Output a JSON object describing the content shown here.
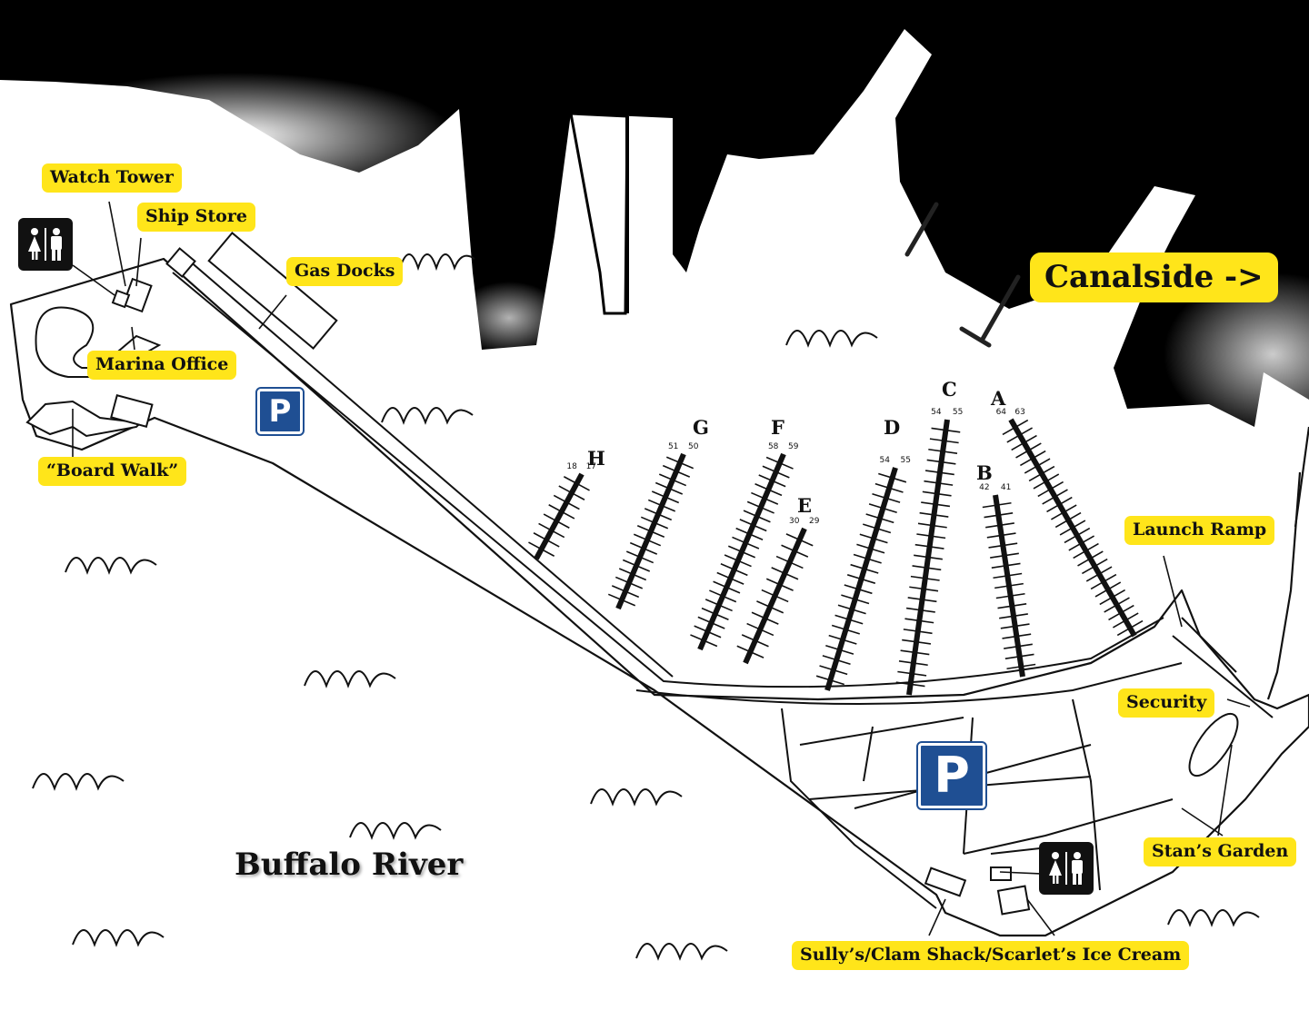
{
  "labels": {
    "watch_tower": "Watch Tower",
    "ship_store": "Ship Store",
    "gas_docks": "Gas Docks",
    "marina_office": "Marina Office",
    "board_walk": "“Board Walk”",
    "canalside": "Canalside ->",
    "launch_ramp": "Launch Ramp",
    "security": "Security",
    "stans_garden": "Stan’s Garden",
    "food_court": "Sully’s/Clam Shack/Scarlet’s Ice Cream",
    "river": "Buffalo River"
  },
  "docks": [
    {
      "letter": "H",
      "top_numbers": [
        "17",
        "18"
      ]
    },
    {
      "letter": "G",
      "top_numbers": [
        "50",
        "51"
      ]
    },
    {
      "letter": "F",
      "top_numbers": [
        "59",
        "58"
      ]
    },
    {
      "letter": "E",
      "top_numbers": [
        "29",
        "30"
      ]
    },
    {
      "letter": "D",
      "top_numbers": [
        "55",
        "54"
      ]
    },
    {
      "letter": "C",
      "top_numbers": [
        "55",
        "54"
      ]
    },
    {
      "letter": "B",
      "top_numbers": [
        "41",
        "42"
      ]
    },
    {
      "letter": "A",
      "top_numbers": [
        "63",
        "64"
      ]
    }
  ],
  "icons": {
    "parking": "P",
    "restroom": "restroom-icon"
  },
  "colors": {
    "label_bg": "#ffe51a",
    "parking_blue": "#1f4f93",
    "water_dark": "#000000"
  }
}
